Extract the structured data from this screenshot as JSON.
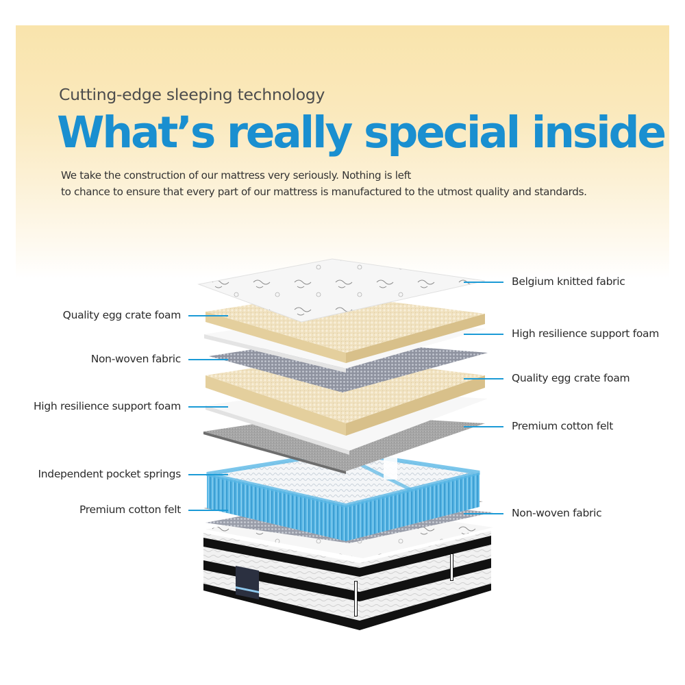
{
  "header": {
    "subtitle": "Cutting-edge sleeping technology",
    "headline": "What’s really special inside",
    "intro_lines": [
      "We take the construction of our mattress very seriously. Nothing is left",
      "to chance to ensure that every part of our mattress is manufactured to the utmost quality and standards."
    ]
  },
  "colors": {
    "headline_blue": "#1a8fd0",
    "leader_blue": "#1a9ad6",
    "panel_top": "#f9e4ac",
    "panel_bottom": "#ffffff",
    "egg_crate": "#e9d7ae",
    "felt_gray": "#9b9b9b",
    "spring_blue": "#5ab8e6"
  },
  "layers": {
    "left": [
      {
        "label": "Quality egg crate foam"
      },
      {
        "label": "Non-woven fabric"
      },
      {
        "label": "High resilience support foam"
      },
      {
        "label": "Independent pocket springs"
      },
      {
        "label": "Premium cotton felt"
      }
    ],
    "right": [
      {
        "label": "Belgium knitted fabric"
      },
      {
        "label": "High resilience support foam"
      },
      {
        "label": "Quality egg crate foam"
      },
      {
        "label": "Premium cotton felt"
      },
      {
        "label": "Non-woven fabric"
      }
    ]
  }
}
